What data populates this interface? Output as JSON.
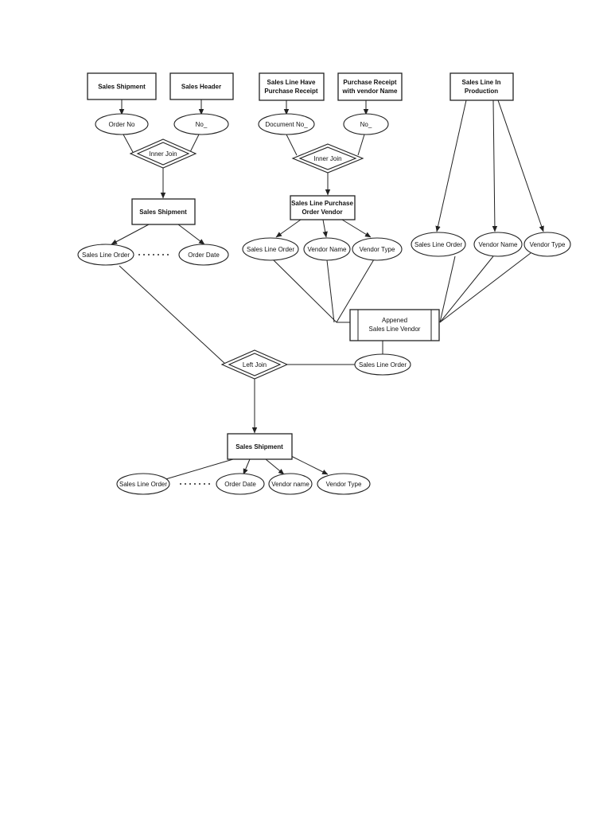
{
  "entities": {
    "sales_shipment_top": "Sales Shipment",
    "sales_header": "Sales Header",
    "sales_line_have_purchase_receipt_l1": "Sales Line Have",
    "sales_line_have_purchase_receipt_l2": "Purchase Receipt",
    "purchase_receipt_vendor_l1": "Purchase Receipt",
    "purchase_receipt_vendor_l2": "with vendor Name",
    "sales_line_in_production_l1": "Sales Line In",
    "sales_line_in_production_l2": "Production",
    "sales_shipment_mid": "Sales Shipment",
    "sales_line_purchase_order_vendor_l1": "Sales Line Purchase",
    "sales_line_purchase_order_vendor_l2": "Order Vendor",
    "appened_sales_line_vendor_l1": "Appened",
    "appened_sales_line_vendor_l2": "Sales Line Vendor",
    "sales_shipment_bottom": "Sales Shipment"
  },
  "attributes": {
    "order_no": "Order No",
    "no_header": "No_",
    "document_no": "Document No_",
    "no_receipt": "No_",
    "shipment_sales_line_order": "Sales Line Order",
    "shipment_order_date": "Order Date",
    "povendor_sales_line_order": "Sales Line Order",
    "povendor_vendor_name": "Vendor Name",
    "povendor_vendor_type": "Vendor Type",
    "production_sales_line_order": "Sales Line Order",
    "production_vendor_name": "Vendor Name",
    "production_vendor_type": "Vendor Type",
    "appened_sales_line_order": "Sales Line Order",
    "final_sales_line_order": "Sales Line Order",
    "final_order_date": "Order Date",
    "final_vendor_name": "Vendor name",
    "final_vendor_type": "Vendor Type"
  },
  "relationships": {
    "inner_join_left": "Inner Join",
    "inner_join_right": "Inner Join",
    "left_join": "Left Join"
  }
}
